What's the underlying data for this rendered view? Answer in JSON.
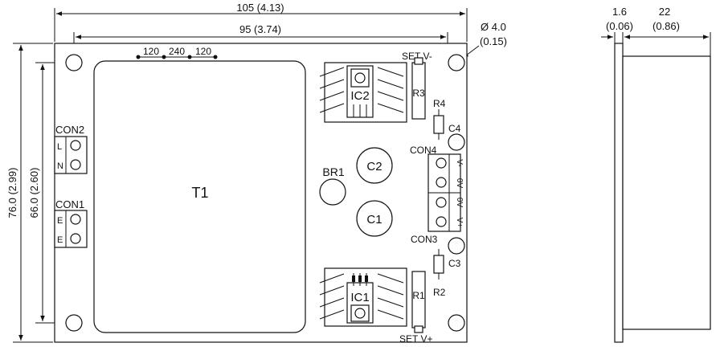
{
  "dimensions": {
    "overall_width": "105 (4.13)",
    "hole_span_width": "95 (3.74)",
    "overall_height": "76.0 (2.99)",
    "hole_span_height": "66.0 (2.60)",
    "hole_diameter": "Ø 4.0",
    "hole_diameter_in": "(0.15)",
    "side_thickness": "1.6",
    "side_thickness_in": "(0.06)",
    "side_depth": "22",
    "side_depth_in": "(0.86)"
  },
  "voltage_links": {
    "a": "120",
    "b": "240",
    "c": "120"
  },
  "components": {
    "transformer": "T1",
    "con2": "CON2",
    "con2_pins": [
      "L",
      "N"
    ],
    "con1": "CON1",
    "con1_pins": [
      "E",
      "E"
    ],
    "ic2": "IC2",
    "ic1": "IC1",
    "r3": "R3",
    "r4": "R4",
    "r1": "R1",
    "r2": "R2",
    "c4": "C4",
    "c3": "C3",
    "c2": "C2",
    "c1": "C1",
    "br1": "BR1",
    "con4": "CON4",
    "con3": "CON3",
    "out_pins": [
      "V-",
      "0V",
      "0V",
      "V+"
    ],
    "set_vneg": "SET V-",
    "set_vpos": "SET V+"
  }
}
